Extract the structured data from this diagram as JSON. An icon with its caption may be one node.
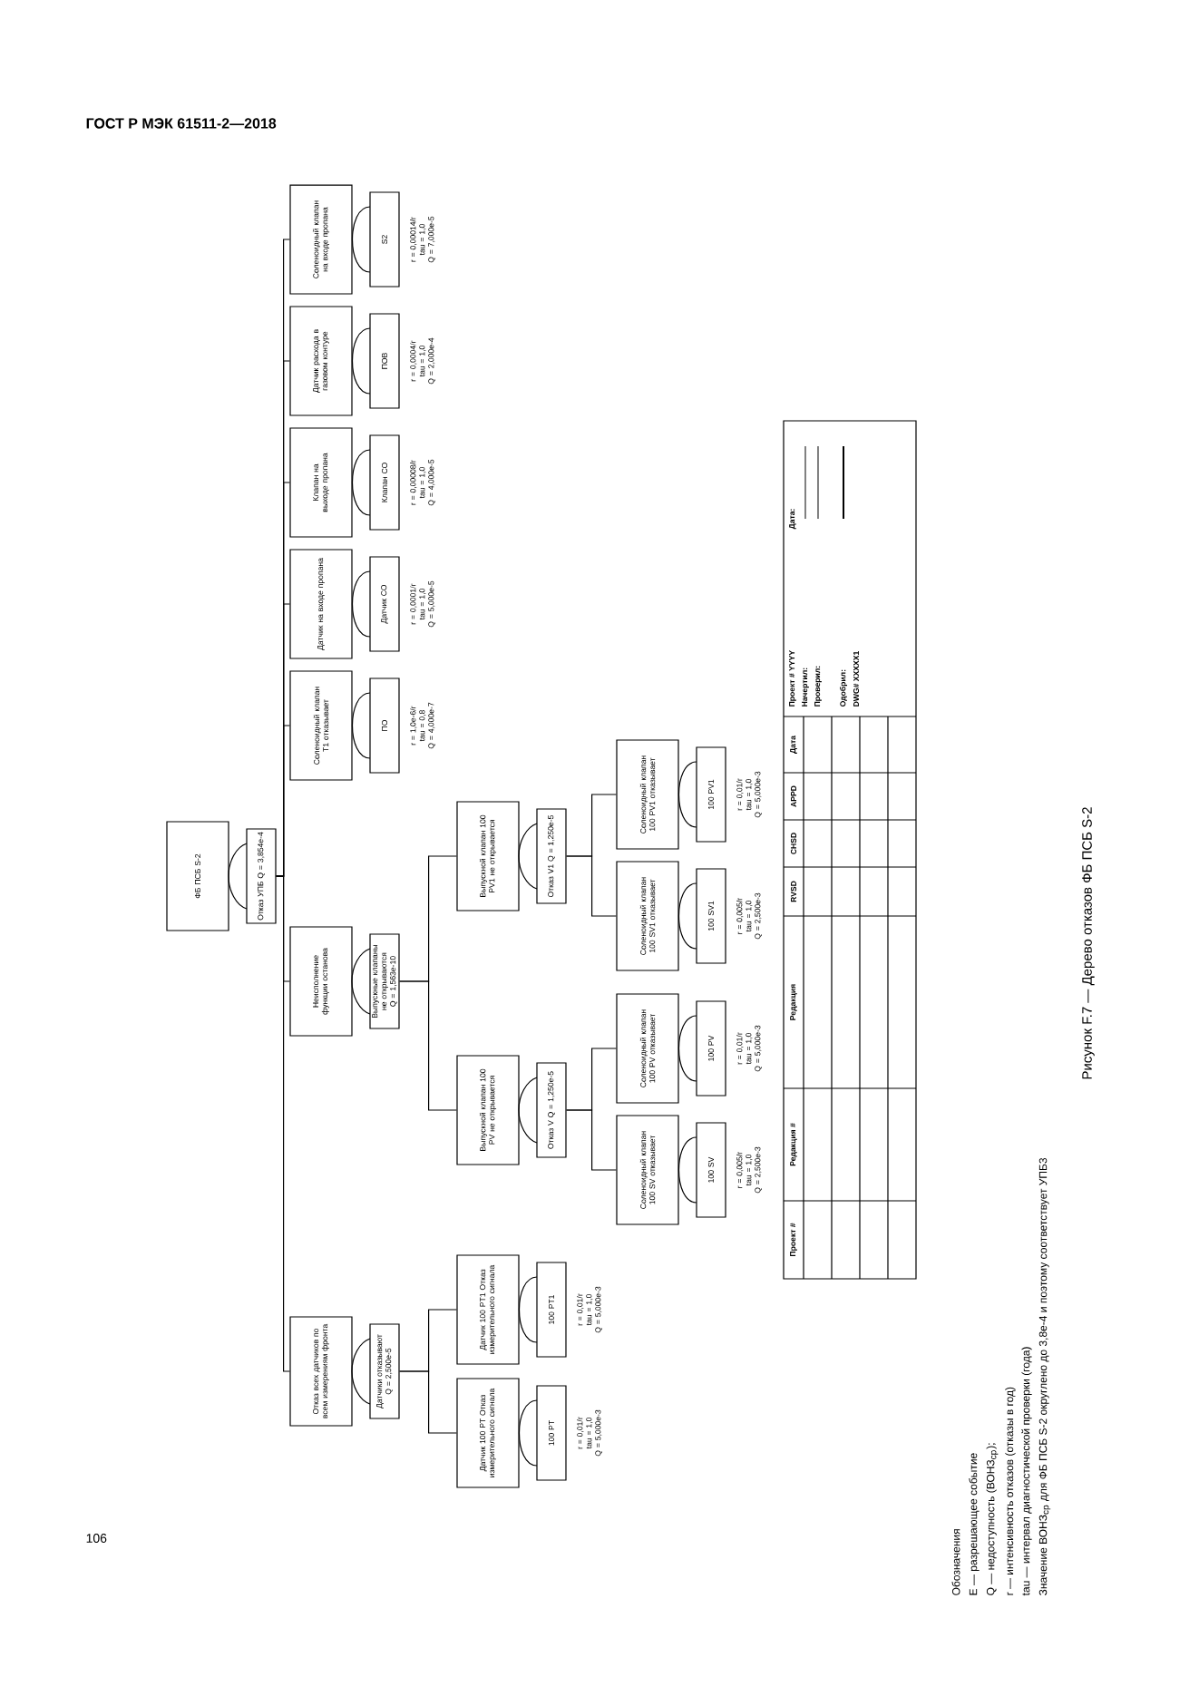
{
  "diagram": {
    "caption": "Рисунок F.7 — Дерево отказов ФБ ПСБ S-2",
    "nodes": [
      {
        "text": [
          "ФБ ПСБ S-2",
          "Отказ УПБ Q = 3,854e-4"
        ]
      },
      {
        "text": [
          "Отказ всех датчиков по всем измерениям фронта",
          "Датчики отказывают Q = 2,500e-5"
        ]
      },
      {
        "text": [
          "Неисполнение функции останова",
          "Выпускные клапаны не открываются Q = 1,563e-10"
        ]
      },
      {
        "text": [
          "Соленоидный клапан T1 отказывает",
          "ПО"
        ],
        "beside": [
          "r = 1,0e-6/г",
          "tau = 0,8",
          "Q = 4,000e-7"
        ]
      },
      {
        "text": [
          "Датчик на входе пропана",
          "Датчик СО"
        ],
        "beside": [
          "r = 0,0001/г",
          "tau = 1,0",
          "Q = 5,000e-5"
        ]
      },
      {
        "text": [
          "Клапан на выходе пропана",
          "Клапан СО"
        ],
        "beside": [
          "r = 0,00008/г",
          "tau = 1,0",
          "Q = 4,000e-5"
        ]
      },
      {
        "text": [
          "Датчик расхода в газовом контуре",
          "ПОВ"
        ],
        "beside": [
          "r = 0,0004/г",
          "tau = 1,0",
          "Q = 2,000e-4"
        ]
      },
      {
        "text": [
          "Соленоидный клапан на входе пропана",
          "S2"
        ],
        "beside": [
          "r = 0,00014/г",
          "tau = 1,0",
          "Q = 7,000e-5"
        ]
      },
      {
        "text": [
          "Датчик 100 PT Отказ измерительного сигнала",
          "100 PT"
        ],
        "beside": [
          "r = 0,01/г",
          "tau = 1,0",
          "Q = 5,000e-3"
        ]
      },
      {
        "text": [
          "Датчик 100 PT1 Отказ измерительного сигнала",
          "100 PT1"
        ],
        "beside": [
          "r = 0,01/г",
          "tau = 1,0",
          "Q = 5,000e-3"
        ]
      },
      {
        "text": [
          "Выпускной клапан 100 PV не открывается",
          "Отказ V Q = 1,250e-5"
        ]
      },
      {
        "text": [
          "Выпускной клапан 100 PV1 не открывается",
          "Отказ V1 Q = 1,250e-5"
        ]
      },
      {
        "text": [
          "Соленоидный клапан 100 SV отказывает",
          "100 SV"
        ],
        "beside": [
          "r = 0,005/г",
          "tau = 1,0",
          "Q = 2,500e-3"
        ]
      },
      {
        "text": [
          "Соленоидный клапан 100 PV отказывает",
          "100 PV"
        ],
        "beside": [
          "r = 0,01/г",
          "tau = 1,0",
          "Q = 5,000e-3"
        ]
      },
      {
        "text": [
          "Соленоидный клапан 100 SV1 отказывает",
          "100 SV1"
        ],
        "beside": [
          "r = 0,005/г",
          "tau = 1,0",
          "Q = 2,500e-3"
        ]
      },
      {
        "text": [
          "Соленоидный клапан 100 PV1 отказывает",
          "100 PV1"
        ],
        "beside": [
          "r = 0,01/г",
          "tau = 1,0",
          "Q = 5,000e-3"
        ]
      }
    ],
    "edges": [
      {
        "from": 0,
        "to": 1,
        "arrow": "none"
      },
      {
        "from": 0,
        "to": 2,
        "arrow": "none"
      },
      {
        "from": 0,
        "to": 3,
        "arrow": "none"
      },
      {
        "from": 0,
        "to": 4,
        "arrow": "none"
      },
      {
        "from": 0,
        "to": 5,
        "arrow": "none"
      },
      {
        "from": 0,
        "to": 6,
        "arrow": "none"
      },
      {
        "from": 0,
        "to": 7,
        "arrow": "none"
      },
      {
        "from": 1,
        "to": 8,
        "arrow": "none"
      },
      {
        "from": 1,
        "to": 9,
        "arrow": "none"
      },
      {
        "from": 2,
        "to": 10,
        "arrow": "none"
      },
      {
        "from": 2,
        "to": 11,
        "arrow": "none"
      },
      {
        "from": 10,
        "to": 12,
        "arrow": "none"
      },
      {
        "from": 10,
        "to": 13,
        "arrow": "none"
      },
      {
        "from": 11,
        "to": 14,
        "arrow": "none"
      },
      {
        "from": 11,
        "to": 15,
        "arrow": "none"
      }
    ],
    "labels": [
      "ГОСТ Р МЭК 61511-2—2018",
      "Проект #",
      "Редакция #",
      "Редакция",
      "RVSD",
      "CHSD",
      "APPD",
      "Дата",
      "Проект # YYYY",
      "Начертил:",
      "Проверил:",
      "Одобрил:",
      "DWG# XXXXX1",
      "Дата:",
      "Обозначения",
      "E — разрешающее событие",
      "Q — недоступность (ВОНЗ$_{ср}$);",
      "r — интенсивность отказов (отказы в год)",
      "tau — интервал диагностической проверки (года)",
      "Значение ВОНЗ$_{ср}$ для ФБ ПСБ S-2 округлено до 3,8e-4 и поэтому соответствует УПБ3",
      "106"
    ]
  }
}
